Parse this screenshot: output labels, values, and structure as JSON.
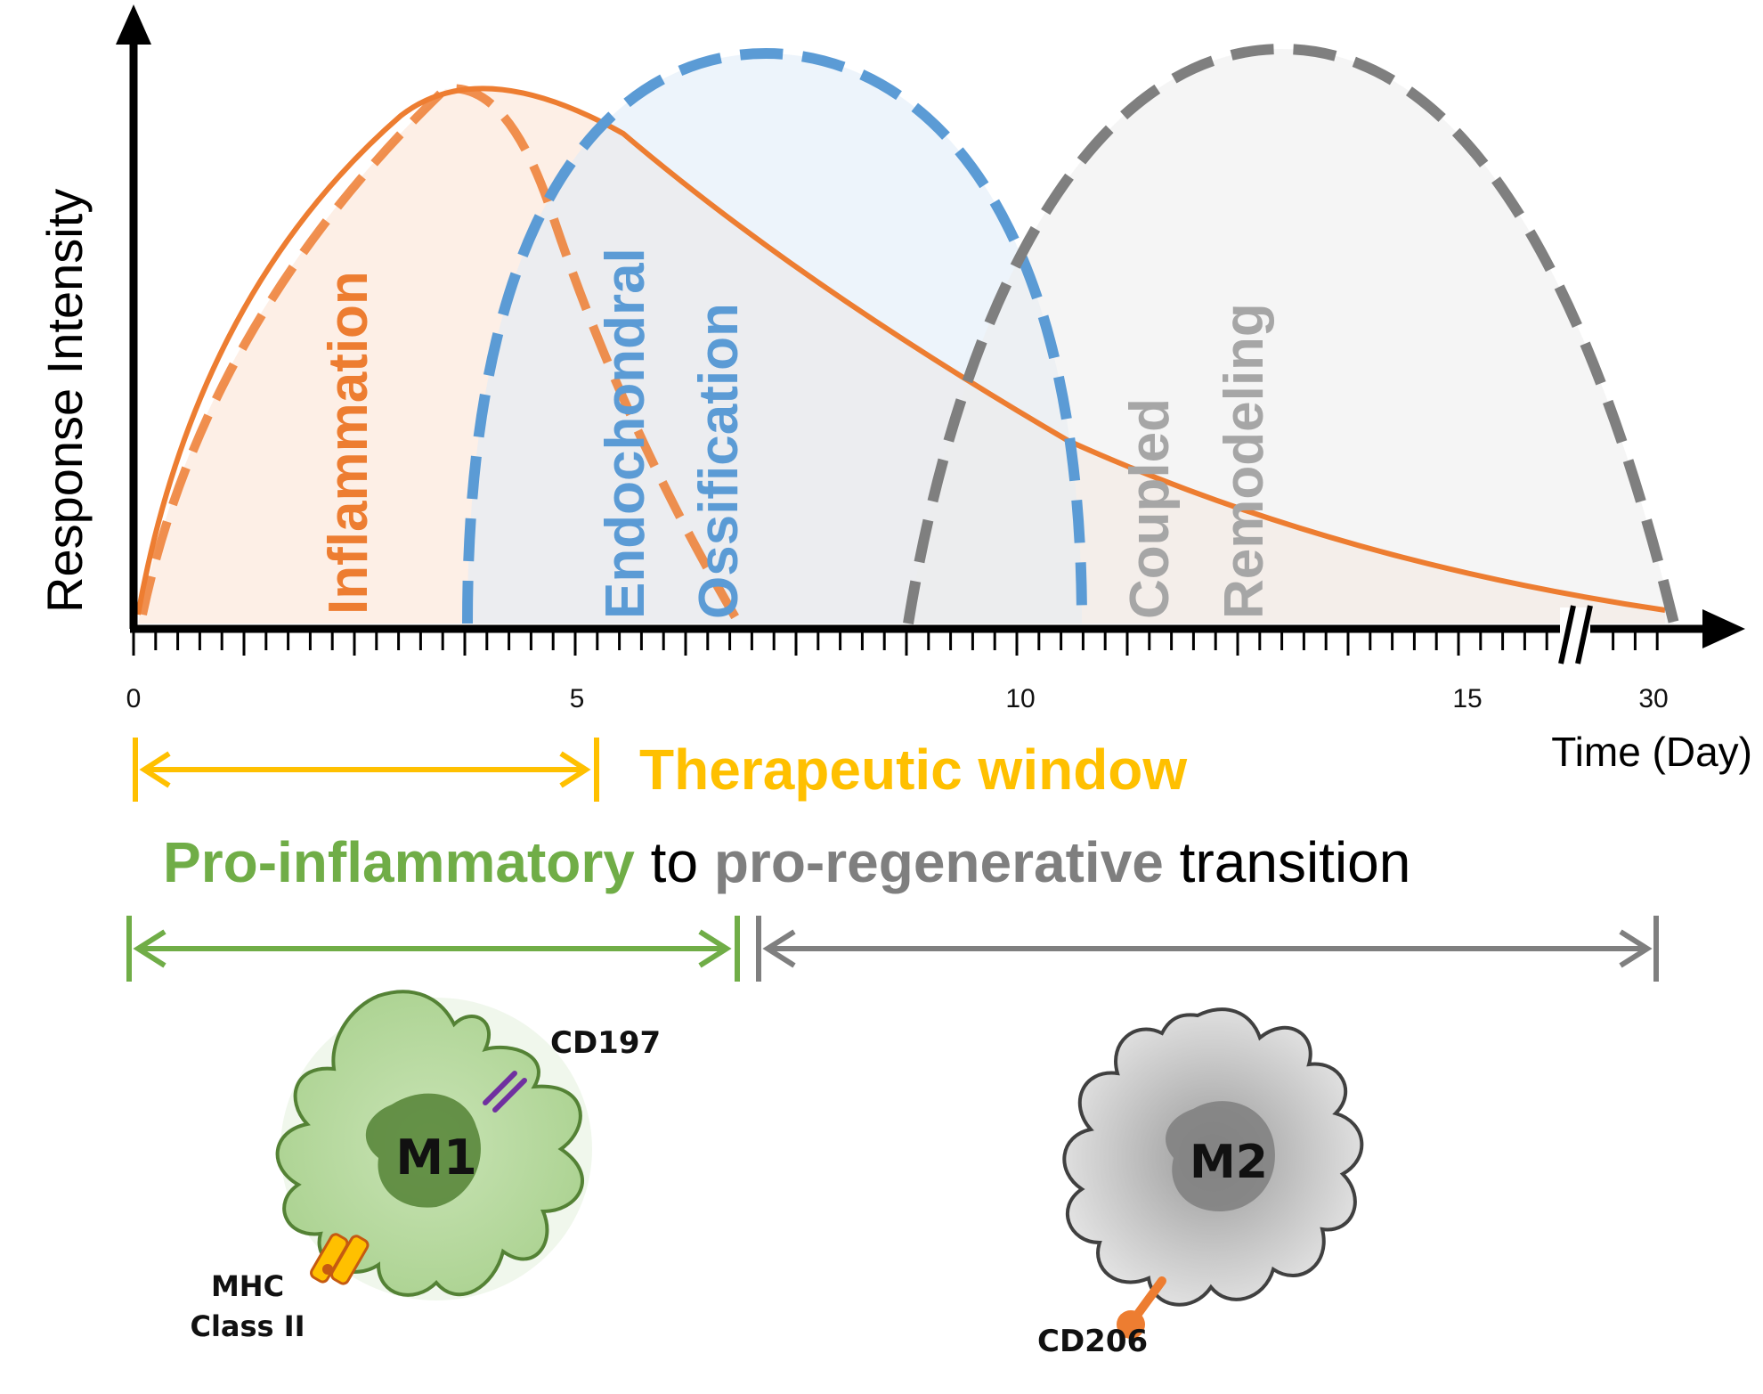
{
  "axes": {
    "y_title": "Response Intensity",
    "x_title": "Time (Day)",
    "tick_labels": [
      "0",
      "5",
      "10",
      "15",
      "30"
    ]
  },
  "phases": {
    "inflammation": "Inflammation",
    "endochondral": "Endochondral",
    "ossification": "Ossification",
    "coupled": "Coupled",
    "remodeling": "Remodeling"
  },
  "therapeutic_window": "Therapeutic window",
  "transition": {
    "pro_inflammatory": "Pro-inflammatory",
    "to": " to ",
    "pro_regenerative": "pro-regenerative",
    "tail": " transition"
  },
  "cells": {
    "m1": {
      "label": "M1",
      "marker_top": "CD197",
      "marker_bottom_1": "MHC",
      "marker_bottom_2": "Class II"
    },
    "m2": {
      "label": "M2",
      "marker": "CD206"
    }
  },
  "colors": {
    "inflammation": "#ed7d31",
    "endochondral": "#5b9bd5",
    "remodeling": "#7f7f7f",
    "therapeutic": "#ffc000",
    "pro_inflammatory": "#70ad47",
    "m1_fill": "#a9d18e",
    "m2_fill": "#d9d9d9"
  }
}
